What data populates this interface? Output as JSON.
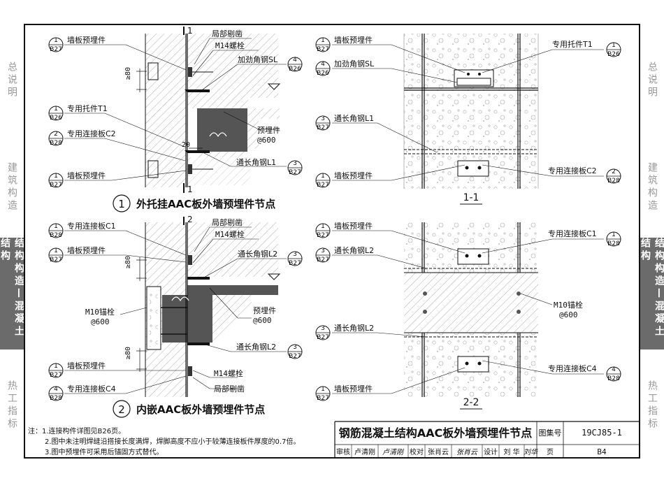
{
  "sidebar_left": [
    {
      "label": "总说明",
      "active": false
    },
    {
      "label": "建筑构造",
      "active": false
    },
    {
      "label": "结构构造—混凝土结构",
      "active": true
    },
    {
      "label": "热工指标",
      "active": false
    }
  ],
  "sidebar_right": [
    {
      "label": "总说明",
      "active": false
    },
    {
      "label": "建筑构造",
      "active": false
    },
    {
      "label": "结构构造—混凝土结构",
      "active": true
    },
    {
      "label": "热工指标",
      "active": false
    }
  ],
  "detail1": {
    "num": "1",
    "title": "外托挂AAC板外墙预埋件节点",
    "labels": {
      "qbmj": "墙板预埋件",
      "tj": "专用托件T1",
      "ljb": "专用连接板C2",
      "qbmj2": "墙板预埋件",
      "jbtd": "局部剔凿",
      "m14": "M14螺栓",
      "jjgsl": "加劲角钢SL",
      "ymj": "预埋件",
      "at600": "@600",
      "tcjl1": "通长角钢L1",
      "dim80": "≥80",
      "dim20": "20",
      "sec": "1"
    },
    "refs": {
      "r1": [
        "1",
        "B27"
      ],
      "r2": [
        "1",
        "B26"
      ],
      "r3": [
        "2",
        "B28"
      ],
      "r4": [
        "1",
        "B27"
      ],
      "r5": [
        "4",
        "B26"
      ],
      "r6": [
        "3",
        "B27"
      ]
    }
  },
  "detail2": {
    "num": "2",
    "title": "内嵌AAC板外墙预埋件节点",
    "labels": {
      "ljbc1": "专用连接板C1",
      "qbmj": "墙板预埋件",
      "m10": "M10锚栓",
      "at600a": "@600",
      "qbmj2": "墙板预埋件",
      "ljbc4": "专用连接板C4",
      "jbtd": "局部剔凿",
      "m14": "M14螺栓",
      "tcjl2": "通长角钢L2",
      "ymj": "预埋件",
      "at600": "@600",
      "tcjl2b": "通长角钢L2",
      "m14b": "M14螺栓",
      "jbtd2": "局部剔凿",
      "dim80": "≥80",
      "sec": "2"
    },
    "refs": {
      "r1": [
        "1",
        "B28"
      ],
      "r2": [
        "1",
        "B27"
      ],
      "r3": [
        "1",
        "B27"
      ],
      "r4": [
        "4",
        "B28"
      ],
      "r5": [
        "3",
        "B27"
      ],
      "r6": [
        "3",
        "B27"
      ]
    }
  },
  "sec11": {
    "title": "1-1",
    "labels": {
      "qbmj": "墙板预埋件",
      "jjgsl": "加劲角钢SL",
      "tcjl1": "通长角钢L1",
      "qbmj2": "墙板预埋件",
      "tj": "专用托件T1",
      "ljbc2": "专用连接板C2"
    },
    "refs": {
      "r1": [
        "1",
        "B27"
      ],
      "r2": [
        "4",
        "B26"
      ],
      "r3": [
        "3",
        "B27"
      ],
      "r4": [
        "1",
        "B27"
      ],
      "r5": [
        "1",
        "B26"
      ],
      "r6": [
        "2",
        "B28"
      ]
    }
  },
  "sec22": {
    "title": "2-2",
    "labels": {
      "qbmj": "墙板预埋件",
      "tcjl2": "通长角钢L2",
      "tcjl2b": "通长角钢L2",
      "qbmj2": "墙板预埋件",
      "ljbc1": "专用连接板C1",
      "m10": "M10锚栓",
      "at600": "@600",
      "ljbc4": "专用连接板C4"
    },
    "refs": {
      "r1": [
        "1",
        "B27"
      ],
      "r2": [
        "3",
        "B27"
      ],
      "r3": [
        "3",
        "B27"
      ],
      "r4": [
        "1",
        "B27"
      ],
      "r5": [
        "1",
        "B28"
      ],
      "r6": [
        "4",
        "B28"
      ]
    }
  },
  "notes": {
    "n1": "注：1.连接构件详图见B26页。",
    "n2": "2.图中未注明焊缝沿搭接长度满焊，焊脚高度不应小于较薄连接板件厚度的0.7倍。",
    "n3": "3.图中预埋件可采用后锚固方式替代。"
  },
  "titleblock": {
    "title": "钢筋混凝土结构AAC板外墙预埋件节点",
    "atlas_label": "图集号",
    "atlas_no": "19CJ85-1",
    "review_label": "审核",
    "reviewer": "卢清刚",
    "reviewer_sig": "卢清刚",
    "check_label": "校对",
    "checker": "张肖云",
    "checker_sig": "张肖云",
    "design_label": "设计",
    "designer": "刘 华",
    "designer_sig": "刘华",
    "page_label": "页",
    "page_no": "B4"
  }
}
